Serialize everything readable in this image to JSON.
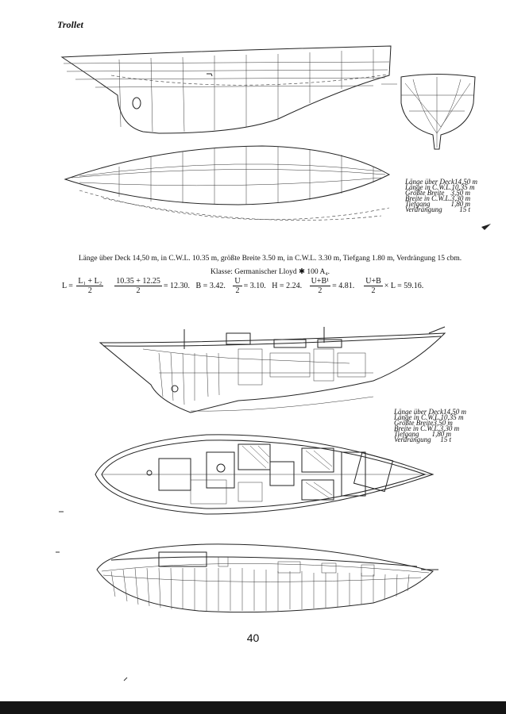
{
  "header": {
    "title": "Trollet"
  },
  "spec_table_1": {
    "rows": [
      {
        "label": "Länge über Deck",
        "value": "14,50 m"
      },
      {
        "label": "Länge in C.W.L.",
        "value": "10,35 m"
      },
      {
        "label": "Größte Breite",
        "value": "3,50 m"
      },
      {
        "label": "Breite in C.W.L.",
        "value": "3,30 m"
      },
      {
        "label": "Tiefgang",
        "value": "1,80 m"
      },
      {
        "label": "Verdrängung",
        "value": "15 t"
      }
    ]
  },
  "spec_table_2": {
    "rows": [
      {
        "label": "Länge über Deck",
        "value": "14,50 m"
      },
      {
        "label": "Länge in C.W.L.",
        "value": "10,35 m"
      },
      {
        "label": "Größte Breite",
        "value": "3,50 m"
      },
      {
        "label": "Breite in C.W.L.",
        "value": "3,30 m"
      },
      {
        "label": "Tiefgang",
        "value": "1,80 m"
      },
      {
        "label": "Verdrängung",
        "value": "15 t"
      }
    ]
  },
  "caption": {
    "dimensions": "Länge über Deck 14,50 m, in C.W.L. 10.35 m, größte Breite 3.50 m, in C.W.L. 3.30 m, Tiefgang 1.80 m, Verdrängung 15 cbm.",
    "klasse": "Klasse: Germanischer Lloyd ✱ 100 A₄."
  },
  "formula": {
    "L_eq": "L =",
    "f1_num": "L₁ + L₂",
    "f1_den": "2",
    "f2_num": "10.35 + 12.25",
    "f2_den": "2",
    "f2_result": "= 12.30.",
    "B": "B = 3.42.",
    "f3_num": "U",
    "f3_den": "2",
    "f3_result": "= 3.10.",
    "H": "H = 2.24.",
    "f4_num": "U+B¹",
    "f4_den": "2",
    "f4_result": "= 4.81.",
    "f5_num": "U+B",
    "f5_den": "2",
    "f5_result": "× L = 59.16."
  },
  "footer": {
    "page_number": "40"
  }
}
